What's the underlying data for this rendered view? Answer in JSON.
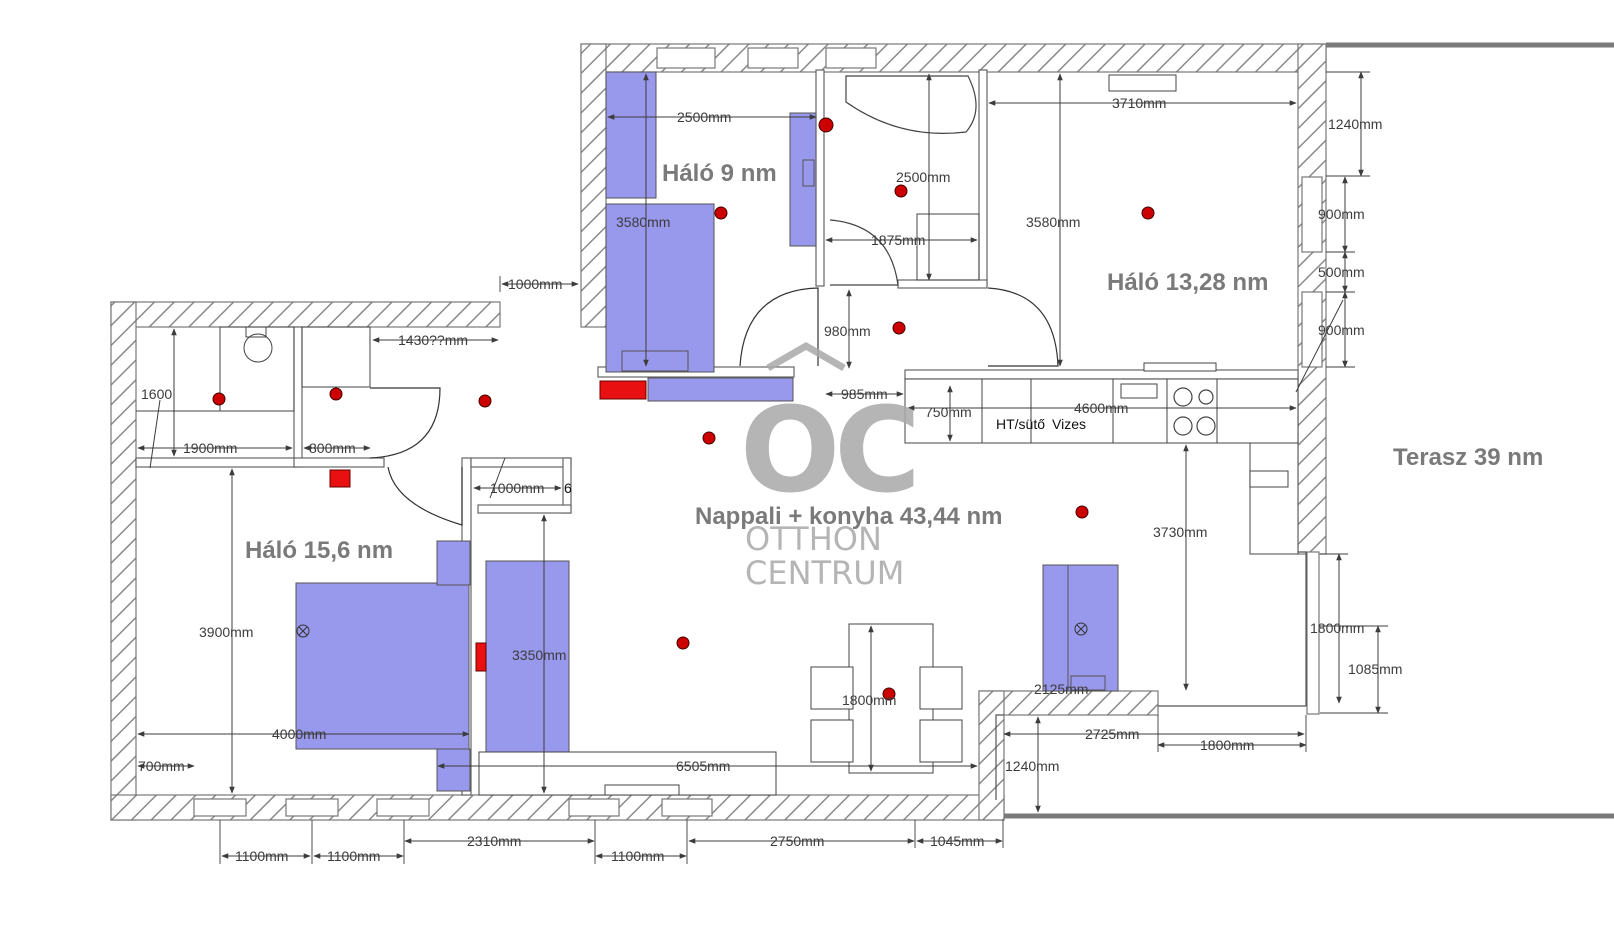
{
  "rooms": {
    "halo9": "Háló 9 nm",
    "halo13": "Háló 13,28 nm",
    "halo15": "Háló 15,6 nm",
    "nappali": "Nappali + konyha 43,44 nm",
    "terasz": "Terasz 39 nm"
  },
  "labels": {
    "ht_suto": "HT/sütő",
    "vizes": "Vizes",
    "six": "6"
  },
  "logo": {
    "mark": "OC",
    "line1": "OTTHON",
    "line2": "CENTRUM"
  },
  "dimensions": {
    "d2500a": "2500mm",
    "d2500b": "2500mm",
    "d3580a": "3580mm",
    "d3580b": "3580mm",
    "d3710": "3710mm",
    "d1240a": "1240mm",
    "d900a": "900mm",
    "d500": "500mm",
    "d900b": "900mm",
    "d1875": "1875mm",
    "d1000a": "1000mm",
    "d980": "980mm",
    "d1430": "1430??mm",
    "d1600": "1600",
    "d985": "985mm",
    "d750": "750mm",
    "d4600": "4600mm",
    "d1900": "1900mm",
    "d800": "800mm",
    "d1000b": "1000mm",
    "d3730": "3730mm",
    "d3900": "3900mm",
    "d3350": "3350mm",
    "d1800a": "1800mm",
    "d1085": "1085mm",
    "d1800b": "1800mm",
    "d2125": "2125mm",
    "d4000": "4000mm",
    "d2725": "2725mm",
    "d1800c": "1800mm",
    "d700": "700mm",
    "d6505": "6505mm",
    "d1240b": "1240mm",
    "d1100a": "1100mm",
    "d1100b": "1100mm",
    "d2310": "2310mm",
    "d1100c": "1100mm",
    "d2750": "2750mm",
    "d1045": "1045mm"
  },
  "colors": {
    "furniture": "#9898ec",
    "radiator": "#e81010",
    "outlet": "#cc0000",
    "wall_hatch": "#8a8a8a",
    "terrace_line": "#7a7a7a"
  }
}
